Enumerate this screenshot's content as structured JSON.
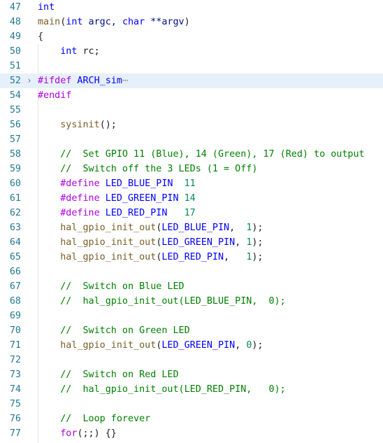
{
  "editor": {
    "colors": {
      "line_number": "#237893",
      "keyword": "#0000ff",
      "function": "#795e26",
      "param": "#001080",
      "comment": "#008000",
      "number": "#098658",
      "directive": "#af00db",
      "plain": "#1e1e1e",
      "highlight": "#e6f0fb"
    },
    "lines": [
      {
        "num": "47",
        "tokens": [
          {
            "t": "int",
            "c": "keyword"
          }
        ]
      },
      {
        "num": "48",
        "tokens": [
          {
            "t": "main",
            "c": "func"
          },
          {
            "t": "(",
            "c": "plain"
          },
          {
            "t": "int",
            "c": "keyword"
          },
          {
            "t": " argc, ",
            "c": "param"
          },
          {
            "t": "char",
            "c": "keyword"
          },
          {
            "t": " **argv",
            "c": "param"
          },
          {
            "t": ")",
            "c": "plain"
          }
        ]
      },
      {
        "num": "49",
        "tokens": [
          {
            "t": "{",
            "c": "plain"
          }
        ]
      },
      {
        "num": "50",
        "tokens": [
          {
            "t": "    ",
            "c": "plain"
          },
          {
            "t": "int",
            "c": "keyword"
          },
          {
            "t": " rc;",
            "c": "plain"
          }
        ]
      },
      {
        "num": "51",
        "tokens": []
      },
      {
        "num": "52",
        "fold": "›",
        "highlight": true,
        "tokens": [
          {
            "t": "#ifdef",
            "c": "directive"
          },
          {
            "t": " ARCH_sim",
            "c": "macro"
          },
          {
            "t": "⋯",
            "c": "ellipsis"
          }
        ]
      },
      {
        "num": "54",
        "tokens": [
          {
            "t": "#endif",
            "c": "directive"
          }
        ]
      },
      {
        "num": "55",
        "tokens": []
      },
      {
        "num": "56",
        "tokens": [
          {
            "t": "    ",
            "c": "plain"
          },
          {
            "t": "sysinit",
            "c": "func"
          },
          {
            "t": "();",
            "c": "plain"
          }
        ]
      },
      {
        "num": "57",
        "tokens": []
      },
      {
        "num": "58",
        "tokens": [
          {
            "t": "    //  Set GPIO 11 (Blue), 14 (Green), 17 (Red) to output",
            "c": "comment"
          }
        ]
      },
      {
        "num": "59",
        "tokens": [
          {
            "t": "    //  Switch off the 3 LEDs (1 = Off)",
            "c": "comment"
          }
        ]
      },
      {
        "num": "60",
        "tokens": [
          {
            "t": "    ",
            "c": "plain"
          },
          {
            "t": "#define",
            "c": "directive"
          },
          {
            "t": " LED_BLUE_PIN",
            "c": "macro"
          },
          {
            "t": "  ",
            "c": "plain"
          },
          {
            "t": "11",
            "c": "number"
          }
        ]
      },
      {
        "num": "61",
        "tokens": [
          {
            "t": "    ",
            "c": "plain"
          },
          {
            "t": "#define",
            "c": "directive"
          },
          {
            "t": " LED_GREEN_PIN",
            "c": "macro"
          },
          {
            "t": " ",
            "c": "plain"
          },
          {
            "t": "14",
            "c": "number"
          }
        ]
      },
      {
        "num": "62",
        "tokens": [
          {
            "t": "    ",
            "c": "plain"
          },
          {
            "t": "#define",
            "c": "directive"
          },
          {
            "t": " LED_RED_PIN",
            "c": "macro"
          },
          {
            "t": "   ",
            "c": "plain"
          },
          {
            "t": "17",
            "c": "number"
          }
        ]
      },
      {
        "num": "63",
        "tokens": [
          {
            "t": "    ",
            "c": "plain"
          },
          {
            "t": "hal_gpio_init_out",
            "c": "func"
          },
          {
            "t": "(",
            "c": "plain"
          },
          {
            "t": "LED_BLUE_PIN",
            "c": "macro"
          },
          {
            "t": ",  ",
            "c": "plain"
          },
          {
            "t": "1",
            "c": "number"
          },
          {
            "t": ");",
            "c": "plain"
          }
        ]
      },
      {
        "num": "64",
        "tokens": [
          {
            "t": "    ",
            "c": "plain"
          },
          {
            "t": "hal_gpio_init_out",
            "c": "func"
          },
          {
            "t": "(",
            "c": "plain"
          },
          {
            "t": "LED_GREEN_PIN",
            "c": "macro"
          },
          {
            "t": ", ",
            "c": "plain"
          },
          {
            "t": "1",
            "c": "number"
          },
          {
            "t": ");",
            "c": "plain"
          }
        ]
      },
      {
        "num": "65",
        "tokens": [
          {
            "t": "    ",
            "c": "plain"
          },
          {
            "t": "hal_gpio_init_out",
            "c": "func"
          },
          {
            "t": "(",
            "c": "plain"
          },
          {
            "t": "LED_RED_PIN",
            "c": "macro"
          },
          {
            "t": ",   ",
            "c": "plain"
          },
          {
            "t": "1",
            "c": "number"
          },
          {
            "t": ");",
            "c": "plain"
          }
        ]
      },
      {
        "num": "66",
        "tokens": []
      },
      {
        "num": "67",
        "tokens": [
          {
            "t": "    //  Switch on Blue LED",
            "c": "comment"
          }
        ]
      },
      {
        "num": "68",
        "tokens": [
          {
            "t": "    //  hal_gpio_init_out(LED_BLUE_PIN,  0);",
            "c": "comment"
          }
        ]
      },
      {
        "num": "69",
        "tokens": []
      },
      {
        "num": "70",
        "tokens": [
          {
            "t": "    //  Switch on Green LED",
            "c": "comment"
          }
        ]
      },
      {
        "num": "71",
        "tokens": [
          {
            "t": "    ",
            "c": "plain"
          },
          {
            "t": "hal_gpio_init_out",
            "c": "func"
          },
          {
            "t": "(",
            "c": "plain"
          },
          {
            "t": "LED_GREEN_PIN",
            "c": "macro"
          },
          {
            "t": ", ",
            "c": "plain"
          },
          {
            "t": "0",
            "c": "number"
          },
          {
            "t": ");",
            "c": "plain"
          }
        ]
      },
      {
        "num": "72",
        "tokens": []
      },
      {
        "num": "73",
        "tokens": [
          {
            "t": "    //  Switch on Red LED",
            "c": "comment"
          }
        ]
      },
      {
        "num": "74",
        "tokens": [
          {
            "t": "    //  hal_gpio_init_out(LED_RED_PIN,   0);",
            "c": "comment"
          }
        ]
      },
      {
        "num": "75",
        "tokens": []
      },
      {
        "num": "76",
        "tokens": [
          {
            "t": "    //  Loop forever",
            "c": "comment"
          }
        ]
      },
      {
        "num": "77",
        "tokens": [
          {
            "t": "    ",
            "c": "plain"
          },
          {
            "t": "for",
            "c": "directive"
          },
          {
            "t": "(;;) {}",
            "c": "plain"
          }
        ]
      }
    ]
  }
}
